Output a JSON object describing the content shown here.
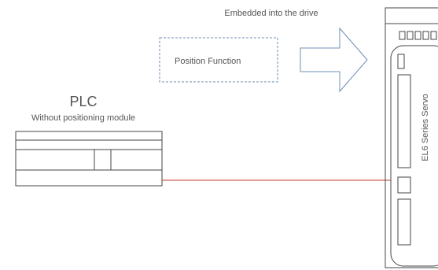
{
  "embedded_label": "Embedded into the drive",
  "position_function_label": "Position Function",
  "plc": {
    "title": "PLC",
    "subtitle": "Without positioning module"
  },
  "servo": {
    "label": "EL6 Series Servo",
    "display_digits": 5
  },
  "colors": {
    "dashed_box": "#6f8fb5",
    "arrow_outline": "#6f8fb5",
    "connection_line": "#c0392b",
    "device_outline": "#444444",
    "text": "#555555"
  }
}
